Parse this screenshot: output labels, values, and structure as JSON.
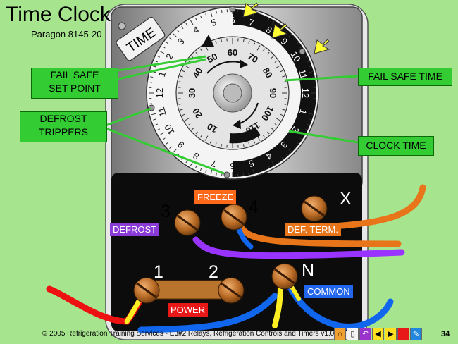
{
  "title": "Time Clock",
  "subtitle": "Paragon 8145-20",
  "dial": {
    "time_label": "TIME",
    "outer_numbers": [
      "6",
      "7",
      "8",
      "9",
      "10",
      "11",
      "12",
      "1",
      "2",
      "3",
      "4",
      "5",
      "6",
      "7",
      "8",
      "9",
      "10",
      "11",
      "12",
      "1",
      "2",
      "3",
      "4",
      "5"
    ],
    "inner_numbers": [
      "10",
      "20",
      "30",
      "40",
      "50",
      "60",
      "70",
      "80",
      "90",
      "100",
      "110"
    ]
  },
  "callouts": {
    "fail_safe_set_point": "FAIL SAFE\nSET POINT",
    "defrost_trippers": "DEFROST\nTRIPPERS",
    "fail_safe_time": "FAIL SAFE TIME",
    "clock_time": "CLOCK TIME"
  },
  "terminals": {
    "t3": "3",
    "t4": "4",
    "tx": "X",
    "t1": "1",
    "t2": "2",
    "tn": "N"
  },
  "tags": {
    "freeze": "FREEZE",
    "defrost": "DEFROST",
    "def_term": "DEF. TERM.",
    "power": "POWER",
    "common": "COMMON"
  },
  "footer": {
    "text": "© 2005 Refrigeration Training Services - E3#2 Relays, Refrigeration Controls and Timers  v1.0",
    "page": "34"
  },
  "nav_icons": [
    "home-icon",
    "page-icon",
    "return-icon",
    "back-icon",
    "forward-icon",
    "stop-icon",
    "pen-icon"
  ],
  "colors": {
    "background": "#a6e58e",
    "callout": "#33cc33",
    "arrow": "#ffff33",
    "wire_orange": "#e8751a",
    "wire_purple": "#9933ff",
    "wire_blue": "#1166ee",
    "wire_red": "#ee1111",
    "wire_yellow": "#ffee22",
    "tag_freeze": "#ff6a1a",
    "tag_defrost": "#8a3ad6",
    "tag_def_term": "#e8751a",
    "tag_power": "#e81818",
    "tag_common": "#2266ee"
  }
}
